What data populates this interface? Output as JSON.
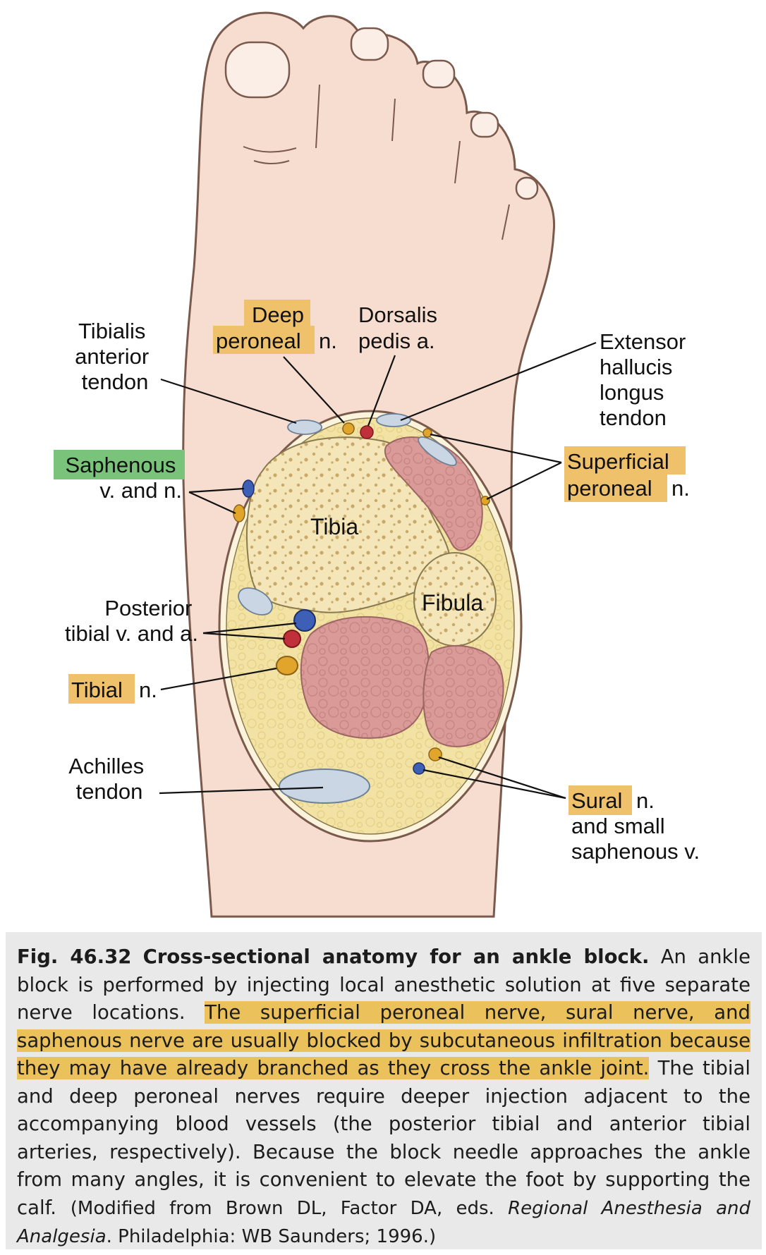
{
  "labels": {
    "tibialis": [
      "Tibialis",
      "anterior",
      "tendon"
    ],
    "deep_peroneal_hl": [
      "Deep",
      "peroneal"
    ],
    "deep_peroneal_suffix": "n.",
    "dorsalis": [
      "Dorsalis",
      "pedis a."
    ],
    "extensor": [
      "Extensor",
      "hallucis",
      "longus",
      "tendon"
    ],
    "saphenous_hl": "Saphenous",
    "saphenous_rest": "v. and n.",
    "superficial_hl": [
      "Superficial",
      "peroneal"
    ],
    "superficial_suffix": "n.",
    "tibia": "Tibia",
    "fibula": "Fibula",
    "posterior": [
      "Posterior",
      "tibial v. and a."
    ],
    "tibial_hl": "Tibial",
    "tibial_suffix": "n.",
    "achilles": [
      "Achilles",
      "tendon"
    ],
    "sural_hl": "Sural",
    "sural_suffix": "n.",
    "sural_rest": [
      "and small",
      "saphenous v."
    ]
  },
  "caption": {
    "fig_label": "Fig. 46.32",
    "fig_title": "Cross-sectional anatomy for an ankle block.",
    "intro": "An ankle block is performed by injecting local anesthetic solution at five separate nerve locations.",
    "highlight": "The superficial peroneal nerve, sural nerve, and saphenous nerve are usually blocked by subcutaneous infiltration because they may have already branched as they cross the ankle joint.",
    "body": "The tibial and deep peroneal nerves require deeper injection adjacent to the accompanying blood vessels (the posterior tibial and anterior tibial arteries, respectively). Because the block needle approaches the ankle from many angles, it is convenient to elevate the foot by supporting the calf.",
    "source_prefix": "(Modified from Brown DL, Factor DA, eds.",
    "source_title": "Regional Anesthesia and Analgesia",
    "source_suffix": ". Philadelphia: WB Saunders; 1996.)"
  },
  "colors": {
    "skin": "#f6ddd0",
    "skin_outline": "#7a5a4c",
    "fat": "#f2e3a4",
    "bone": "#f4e6b8",
    "bone_dot": "#c9a96a",
    "muscle": "#d99a98",
    "tendon": "#cad6e3",
    "vein": "#3d5fb6",
    "artery": "#c0303a",
    "nerve": "#e0a52a",
    "label_orange": "#efc16b",
    "label_green": "#79c47a",
    "caption_bg": "#e9e9ea",
    "caption_highlight": "#ebc15c"
  }
}
